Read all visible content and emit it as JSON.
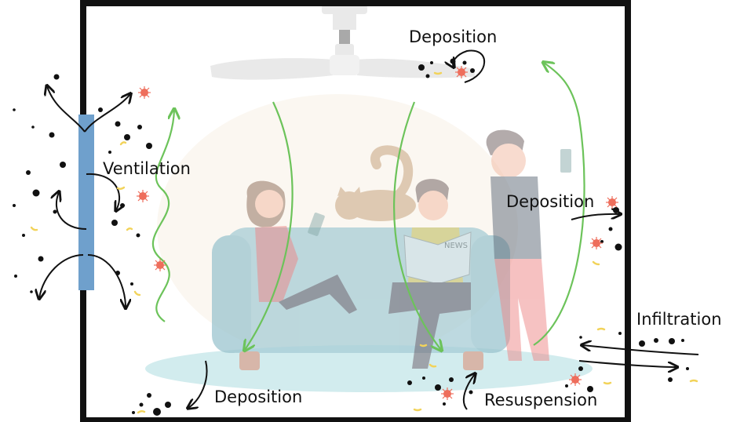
{
  "labels": {
    "deposition_ceiling": "Deposition",
    "ventilation": "Ventilation",
    "deposition_wall": "Deposition",
    "infiltration": "Infiltration",
    "deposition_floor": "Deposition",
    "resuspension": "Resuspension"
  },
  "newspaper_text": "NEWS",
  "colors": {
    "room_border": "#111111",
    "window": "#6fa0cc",
    "airflow_green": "#6cc35a",
    "particle_black": "#111111",
    "pollen_yellow": "#f2d35a",
    "virus_red": "#ee6e5c",
    "rug": "#d2ecee",
    "sofa": "#a7cdd6",
    "fan": "#e9e9e9"
  },
  "icons": [
    "ceiling-fan-icon",
    "sofa-icon",
    "cat-icon",
    "woman-reading-phone-icon",
    "man-reading-newspaper-icon",
    "man-standing-phone-icon",
    "virus-icon",
    "pollen-icon",
    "particle-icon"
  ]
}
